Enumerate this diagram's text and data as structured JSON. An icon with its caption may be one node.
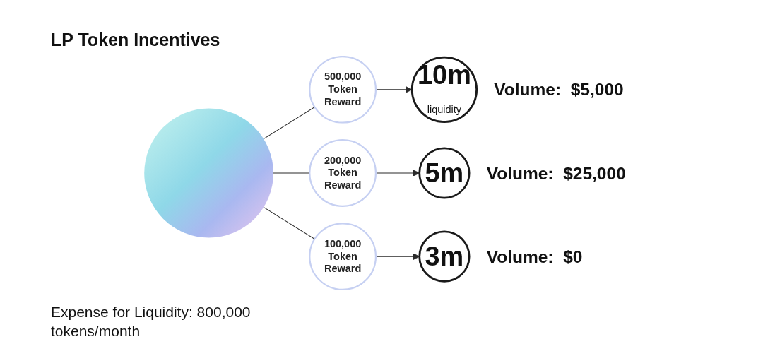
{
  "diagram": {
    "title": "LP Token Incentives",
    "nodes": [
      {
        "text": [],
        "shape": "circle"
      },
      {
        "text": [
          "10m",
          "liquidity"
        ],
        "beside": [
          "Volume:  $5,000"
        ]
      },
      {
        "text": [
          "5m"
        ],
        "beside": [
          "Volume:  $25,000"
        ]
      },
      {
        "text": [
          "3m"
        ],
        "beside": [
          "Volume:  $0"
        ]
      }
    ],
    "edges": [
      {
        "from": 0,
        "to": 1,
        "arrow": "to",
        "label": "500,000 Token Reward"
      },
      {
        "from": 0,
        "to": 2,
        "arrow": "to",
        "label": "200,000 Token Reward"
      },
      {
        "from": 0,
        "to": 3,
        "arrow": "to",
        "label": "100,000 Token Reward"
      }
    ],
    "labels": [
      "Expense for Liquidity: 800,000 tokens/month"
    ]
  }
}
